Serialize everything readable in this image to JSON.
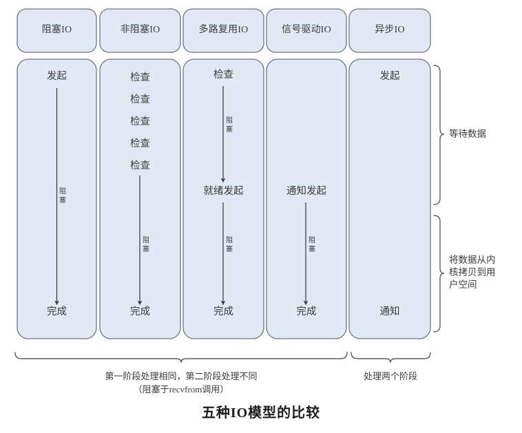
{
  "figure": {
    "title": "五种IO模型的比较",
    "background_color": "#ffffff",
    "box_fill_color": "#e3e9f4",
    "box_stroke_color": "#6b7585",
    "text_color": "#3c3c3c",
    "arrow_color": "#3a3a3a"
  },
  "columns": [
    {
      "id": "blocking-io",
      "header": "阻塞IO",
      "steps": [
        {
          "name": "start",
          "label": "发起"
        },
        {
          "name": "finish",
          "label": "完成"
        }
      ],
      "arrows": [
        {
          "name": "block-arrow",
          "label": "阻\n塞"
        }
      ]
    },
    {
      "id": "non-blocking-io",
      "header": "非阻塞IO",
      "steps": [
        {
          "name": "check-1",
          "label": "检查"
        },
        {
          "name": "check-2",
          "label": "检查"
        },
        {
          "name": "check-3",
          "label": "检查"
        },
        {
          "name": "check-4",
          "label": "检查"
        },
        {
          "name": "check-5",
          "label": "检查"
        },
        {
          "name": "finish",
          "label": "完成"
        }
      ],
      "arrows": [
        {
          "name": "block-arrow",
          "label": "阻\n塞"
        }
      ]
    },
    {
      "id": "multiplexing-io",
      "header": "多路复用IO",
      "steps": [
        {
          "name": "check",
          "label": "检查"
        },
        {
          "name": "ready-start",
          "label": "就绪发起"
        },
        {
          "name": "finish",
          "label": "完成"
        }
      ],
      "arrows": [
        {
          "name": "block-arrow-upper",
          "label": "阻\n塞"
        },
        {
          "name": "block-arrow-lower",
          "label": "阻\n塞"
        }
      ]
    },
    {
      "id": "signal-driven-io",
      "header": "信号驱动IO",
      "steps": [
        {
          "name": "notify-start",
          "label": "通知发起"
        },
        {
          "name": "finish",
          "label": "完成"
        }
      ],
      "arrows": [
        {
          "name": "block-arrow",
          "label": "阻\n塞"
        }
      ]
    },
    {
      "id": "asynchronous-io",
      "header": "异步IO",
      "steps": [
        {
          "name": "start",
          "label": "发起"
        },
        {
          "name": "notify",
          "label": "通知"
        }
      ],
      "arrows": []
    }
  ],
  "right_braces": [
    {
      "id": "phase-wait-data",
      "label": "等待数据"
    },
    {
      "id": "phase-copy-data",
      "label": "将数据从内\n核拷贝到用\n户空间"
    }
  ],
  "bottom_braces": [
    {
      "id": "first-four-models",
      "label": "第一阶段处理相同，第二阶段处理不同\n（阻塞于recvfrom调用）"
    },
    {
      "id": "async-model",
      "label": "处理两个阶段"
    }
  ]
}
